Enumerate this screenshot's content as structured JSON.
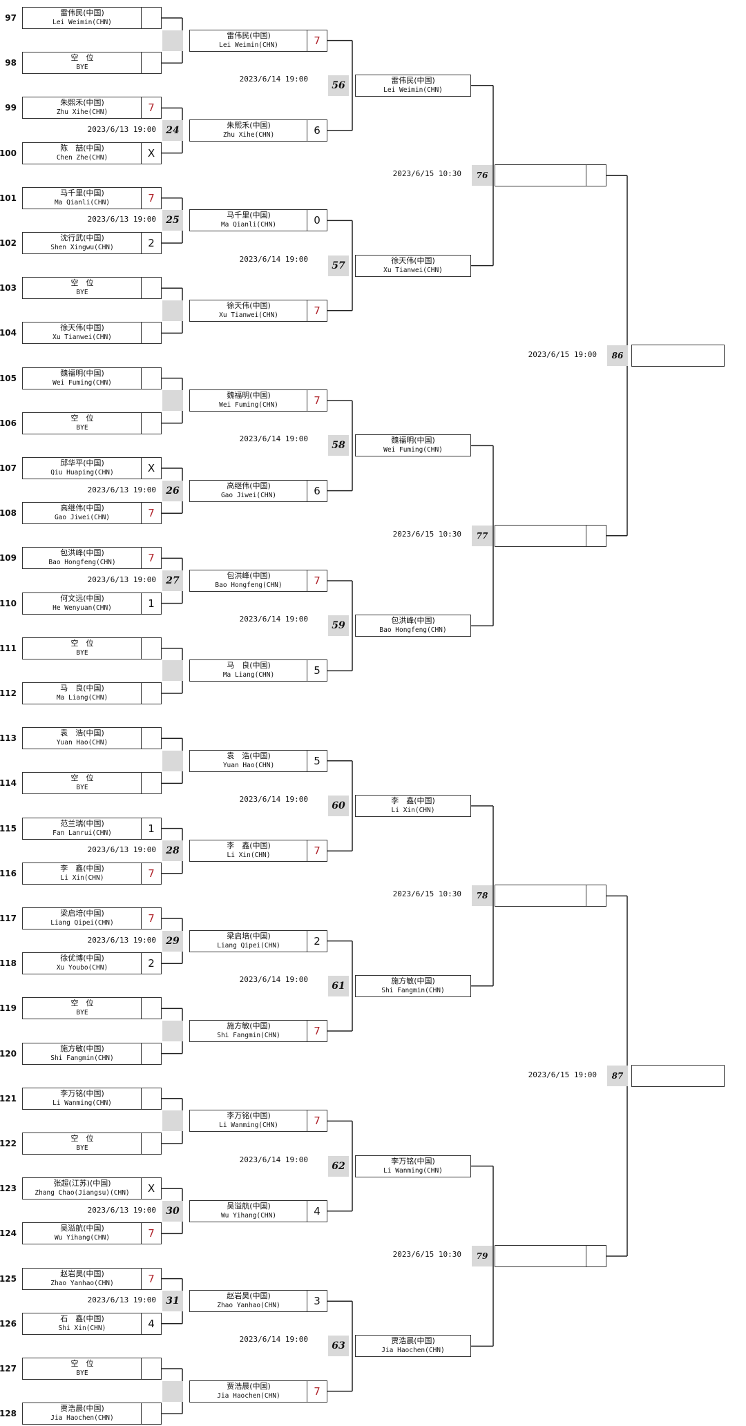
{
  "seeds": [
    "97",
    "98",
    "99",
    "100",
    "101",
    "102",
    "103",
    "104",
    "105",
    "106",
    "107",
    "108",
    "109",
    "110",
    "111",
    "112",
    "113",
    "114",
    "115",
    "116",
    "117",
    "118",
    "119",
    "120",
    "121",
    "122",
    "123",
    "124",
    "125",
    "126",
    "127",
    "128"
  ],
  "r1": [
    {
      "cn": "雷伟民(中国)",
      "en": "Lei Weimin(CHN)",
      "score": "",
      "win": false
    },
    {
      "cn": "空　位",
      "en": "BYE",
      "score": "",
      "win": false
    },
    {
      "cn": "朱熙禾(中国)",
      "en": "Zhu Xihe(CHN)",
      "score": "7",
      "win": true
    },
    {
      "cn": "陈　喆(中国)",
      "en": "Chen Zhe(CHN)",
      "score": "X",
      "win": false
    },
    {
      "cn": "马千里(中国)",
      "en": "Ma Qianli(CHN)",
      "score": "7",
      "win": true
    },
    {
      "cn": "沈行武(中国)",
      "en": "Shen Xingwu(CHN)",
      "score": "2",
      "win": false
    },
    {
      "cn": "空　位",
      "en": "BYE",
      "score": "",
      "win": false
    },
    {
      "cn": "徐天伟(中国)",
      "en": "Xu Tianwei(CHN)",
      "score": "",
      "win": false
    },
    {
      "cn": "魏福明(中国)",
      "en": "Wei Fuming(CHN)",
      "score": "",
      "win": false
    },
    {
      "cn": "空　位",
      "en": "BYE",
      "score": "",
      "win": false
    },
    {
      "cn": "邱华平(中国)",
      "en": "Qiu Huaping(CHN)",
      "score": "X",
      "win": false
    },
    {
      "cn": "高继伟(中国)",
      "en": "Gao Jiwei(CHN)",
      "score": "7",
      "win": true
    },
    {
      "cn": "包洪峰(中国)",
      "en": "Bao Hongfeng(CHN)",
      "score": "7",
      "win": true
    },
    {
      "cn": "何文远(中国)",
      "en": "He Wenyuan(CHN)",
      "score": "1",
      "win": false
    },
    {
      "cn": "空　位",
      "en": "BYE",
      "score": "",
      "win": false
    },
    {
      "cn": "马　良(中国)",
      "en": "Ma Liang(CHN)",
      "score": "",
      "win": false
    },
    {
      "cn": "袁　浩(中国)",
      "en": "Yuan Hao(CHN)",
      "score": "",
      "win": false
    },
    {
      "cn": "空　位",
      "en": "BYE",
      "score": "",
      "win": false
    },
    {
      "cn": "范兰瑞(中国)",
      "en": "Fan Lanrui(CHN)",
      "score": "1",
      "win": false
    },
    {
      "cn": "李　鑫(中国)",
      "en": "Li Xin(CHN)",
      "score": "7",
      "win": true
    },
    {
      "cn": "梁启培(中国)",
      "en": "Liang Qipei(CHN)",
      "score": "7",
      "win": true
    },
    {
      "cn": "徐优博(中国)",
      "en": "Xu Youbo(CHN)",
      "score": "2",
      "win": false
    },
    {
      "cn": "空　位",
      "en": "BYE",
      "score": "",
      "win": false
    },
    {
      "cn": "施方敏(中国)",
      "en": "Shi Fangmin(CHN)",
      "score": "",
      "win": false
    },
    {
      "cn": "李万铭(中国)",
      "en": "Li Wanming(CHN)",
      "score": "",
      "win": false
    },
    {
      "cn": "空　位",
      "en": "BYE",
      "score": "",
      "win": false
    },
    {
      "cn": "张超(江苏)(中国)",
      "en": "Zhang Chao(Jiangsu)(CHN)",
      "score": "X",
      "win": false
    },
    {
      "cn": "吴溢航(中国)",
      "en": "Wu Yihang(CHN)",
      "score": "7",
      "win": true
    },
    {
      "cn": "赵岩昊(中国)",
      "en": "Zhao Yanhao(CHN)",
      "score": "7",
      "win": true
    },
    {
      "cn": "石　鑫(中国)",
      "en": "Shi Xin(CHN)",
      "score": "4",
      "win": false
    },
    {
      "cn": "空　位",
      "en": "BYE",
      "score": "",
      "win": false
    },
    {
      "cn": "贾浩晨(中国)",
      "en": "Jia Haochen(CHN)",
      "score": "",
      "win": false
    }
  ],
  "r1_matches": [
    {
      "num": "",
      "date": "",
      "bye": true
    },
    {
      "num": "24",
      "date": "2023/6/13 19:00",
      "bye": false
    },
    {
      "num": "25",
      "date": "2023/6/13 19:00",
      "bye": false
    },
    {
      "num": "",
      "date": "",
      "bye": true
    },
    {
      "num": "",
      "date": "",
      "bye": true
    },
    {
      "num": "26",
      "date": "2023/6/13 19:00",
      "bye": false
    },
    {
      "num": "27",
      "date": "2023/6/13 19:00",
      "bye": false
    },
    {
      "num": "",
      "date": "",
      "bye": true
    },
    {
      "num": "",
      "date": "",
      "bye": true
    },
    {
      "num": "28",
      "date": "2023/6/13 19:00",
      "bye": false
    },
    {
      "num": "29",
      "date": "2023/6/13 19:00",
      "bye": false
    },
    {
      "num": "",
      "date": "",
      "bye": true
    },
    {
      "num": "",
      "date": "",
      "bye": true
    },
    {
      "num": "30",
      "date": "2023/6/13 19:00",
      "bye": false
    },
    {
      "num": "31",
      "date": "2023/6/13 19:00",
      "bye": false
    },
    {
      "num": "",
      "date": "",
      "bye": true
    }
  ],
  "r2": [
    {
      "cn": "雷伟民(中国)",
      "en": "Lei Weimin(CHN)",
      "score": "7",
      "win": true
    },
    {
      "cn": "朱熙禾(中国)",
      "en": "Zhu Xihe(CHN)",
      "score": "6",
      "win": false
    },
    {
      "cn": "马千里(中国)",
      "en": "Ma Qianli(CHN)",
      "score": "0",
      "win": false
    },
    {
      "cn": "徐天伟(中国)",
      "en": "Xu Tianwei(CHN)",
      "score": "7",
      "win": true
    },
    {
      "cn": "魏福明(中国)",
      "en": "Wei Fuming(CHN)",
      "score": "7",
      "win": true
    },
    {
      "cn": "高继伟(中国)",
      "en": "Gao Jiwei(CHN)",
      "score": "6",
      "win": false
    },
    {
      "cn": "包洪峰(中国)",
      "en": "Bao Hongfeng(CHN)",
      "score": "7",
      "win": true
    },
    {
      "cn": "马　良(中国)",
      "en": "Ma Liang(CHN)",
      "score": "5",
      "win": false
    },
    {
      "cn": "袁　浩(中国)",
      "en": "Yuan Hao(CHN)",
      "score": "5",
      "win": false
    },
    {
      "cn": "李　鑫(中国)",
      "en": "Li Xin(CHN)",
      "score": "7",
      "win": true
    },
    {
      "cn": "梁启培(中国)",
      "en": "Liang Qipei(CHN)",
      "score": "2",
      "win": false
    },
    {
      "cn": "施方敏(中国)",
      "en": "Shi Fangmin(CHN)",
      "score": "7",
      "win": true
    },
    {
      "cn": "李万铭(中国)",
      "en": "Li Wanming(CHN)",
      "score": "7",
      "win": true
    },
    {
      "cn": "吴溢航(中国)",
      "en": "Wu Yihang(CHN)",
      "score": "4",
      "win": false
    },
    {
      "cn": "赵岩昊(中国)",
      "en": "Zhao Yanhao(CHN)",
      "score": "3",
      "win": false
    },
    {
      "cn": "贾浩晨(中国)",
      "en": "Jia Haochen(CHN)",
      "score": "7",
      "win": true
    }
  ],
  "r2_matches": [
    {
      "num": "56",
      "date": "2023/6/14 19:00"
    },
    {
      "num": "57",
      "date": "2023/6/14 19:00"
    },
    {
      "num": "58",
      "date": "2023/6/14 19:00"
    },
    {
      "num": "59",
      "date": "2023/6/14 19:00"
    },
    {
      "num": "60",
      "date": "2023/6/14 19:00"
    },
    {
      "num": "61",
      "date": "2023/6/14 19:00"
    },
    {
      "num": "62",
      "date": "2023/6/14 19:00"
    },
    {
      "num": "63",
      "date": "2023/6/14 19:00"
    }
  ],
  "r3": [
    {
      "cn": "雷伟民(中国)",
      "en": "Lei Weimin(CHN)",
      "score": "",
      "win": false
    },
    {
      "cn": "徐天伟(中国)",
      "en": "Xu Tianwei(CHN)",
      "score": "",
      "win": false
    },
    {
      "cn": "魏福明(中国)",
      "en": "Wei Fuming(CHN)",
      "score": "",
      "win": false
    },
    {
      "cn": "包洪峰(中国)",
      "en": "Bao Hongfeng(CHN)",
      "score": "",
      "win": false
    },
    {
      "cn": "李　鑫(中国)",
      "en": "Li Xin(CHN)",
      "score": "",
      "win": false
    },
    {
      "cn": "施方敏(中国)",
      "en": "Shi Fangmin(CHN)",
      "score": "",
      "win": false
    },
    {
      "cn": "李万铭(中国)",
      "en": "Li Wanming(CHN)",
      "score": "",
      "win": false
    },
    {
      "cn": "贾浩晨(中国)",
      "en": "Jia Haochen(CHN)",
      "score": "",
      "win": false
    }
  ],
  "r3_matches": [
    {
      "num": "76",
      "date": "2023/6/15 10:30"
    },
    {
      "num": "77",
      "date": "2023/6/15 10:30"
    },
    {
      "num": "78",
      "date": "2023/6/15 10:30"
    },
    {
      "num": "79",
      "date": "2023/6/15 10:30"
    }
  ],
  "r4_matches": [
    {
      "num": "86",
      "date": "2023/6/15 19:00"
    },
    {
      "num": "87",
      "date": "2023/6/15 19:00"
    }
  ],
  "colors": {
    "win_score": "#b0252c",
    "line": "#222222",
    "marker": "#d9d9d9"
  }
}
